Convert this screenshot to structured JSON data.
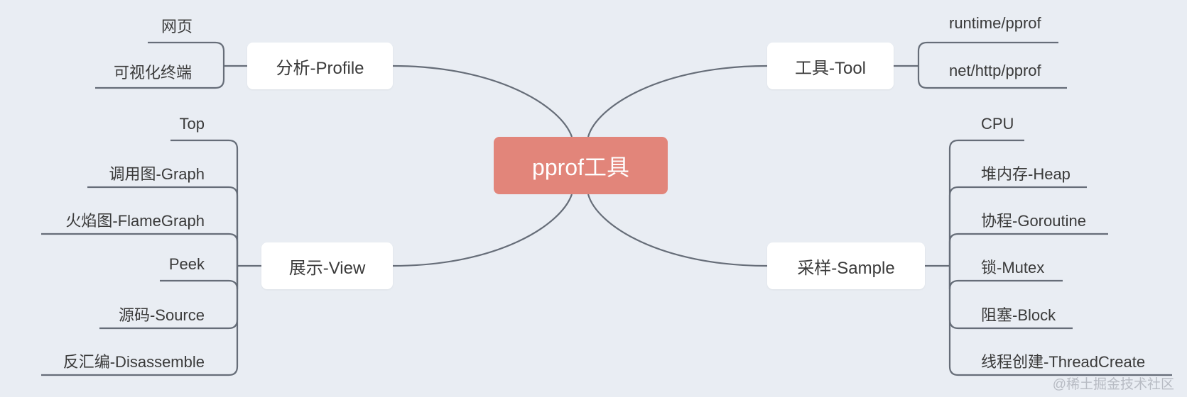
{
  "diagram": {
    "center": "pprof工具",
    "branches": {
      "profile": {
        "label": "分析-Profile",
        "leaves": [
          "网页",
          "可视化终端"
        ]
      },
      "tool": {
        "label": "工具-Tool",
        "leaves": [
          "runtime/pprof",
          "net/http/pprof"
        ]
      },
      "view": {
        "label": "展示-View",
        "leaves": [
          "Top",
          "调用图-Graph",
          "火焰图-FlameGraph",
          "Peek",
          "源码-Source",
          "反汇编-Disassemble"
        ]
      },
      "sample": {
        "label": "采样-Sample",
        "leaves": [
          "CPU",
          "堆内存-Heap",
          "协程-Goroutine",
          "锁-Mutex",
          "阻塞-Block",
          "线程创建-ThreadCreate"
        ]
      }
    },
    "colors": {
      "center_fill": "#e2857a",
      "line": "#666d78",
      "node_fill": "#ffffff",
      "background": "#e9edf3"
    }
  },
  "watermark": "@稀土掘金技术社区"
}
